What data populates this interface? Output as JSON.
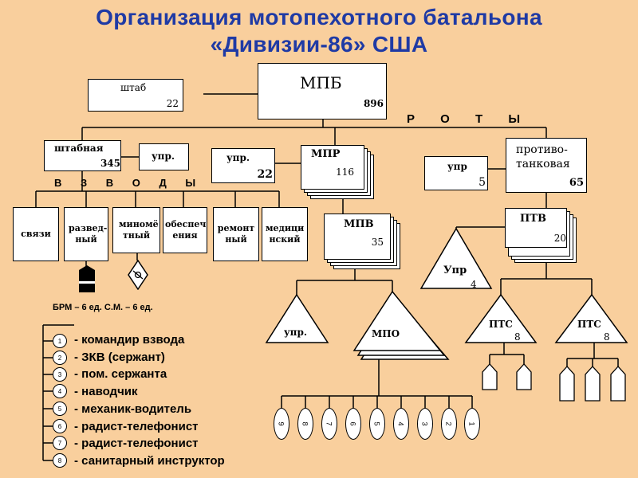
{
  "title": {
    "line1": "Организация мотопехотного батальона",
    "line2": "«Дивизии-86» США"
  },
  "hq_box": {
    "label": "штаб",
    "number": "22"
  },
  "mpb_box": {
    "label": "МПБ",
    "number": "896"
  },
  "companies_label": "Р О Т Ы",
  "platoons_label": "В З В О Д Ы",
  "hq_company": {
    "label": "штабная",
    "number": "345"
  },
  "hq_company_mgmt": {
    "label": "упр."
  },
  "company_mgmt": {
    "label": "упр.",
    "number": "22"
  },
  "mpr": {
    "label": "МПР",
    "number": "116"
  },
  "atc_mgmt": {
    "label": "упр",
    "number": "5"
  },
  "atc": {
    "label": "противо-танковая",
    "label_line1": "противо-",
    "label_line2": "танковая",
    "number": "65"
  },
  "platoons": [
    {
      "label": "связи"
    },
    {
      "label": "развед-ный"
    },
    {
      "label": "миномё тный"
    },
    {
      "label": "обеспеч ения"
    },
    {
      "label": "ремонт ный"
    },
    {
      "label": "медици нский"
    }
  ],
  "mpv": {
    "label": "МПВ",
    "number": "35"
  },
  "ptv": {
    "label": "ПТВ",
    "number": "20"
  },
  "upr_tri_small": {
    "label": "Упр",
    "number": "4"
  },
  "upr_tri": {
    "label": "упр."
  },
  "mpo_tri": {
    "label": "МПО"
  },
  "pts1": {
    "label": "ПТС",
    "number": "8"
  },
  "pts2": {
    "label": "ПТС",
    "number": "8"
  },
  "equipment_note": "БРМ – 6 ед. С.М. – 6 ед.",
  "ranks": [
    {
      "num": "1",
      "text": "- командир взвода"
    },
    {
      "num": "2",
      "text": "- ЗКВ (сержант)"
    },
    {
      "num": "3",
      "text": "- пом. сержанта"
    },
    {
      "num": "4",
      "text": "- наводчик"
    },
    {
      "num": "5",
      "text": "- механик-водитель"
    },
    {
      "num": "6",
      "text": "- радист-телефонист"
    },
    {
      "num": "7",
      "text": "- радист-телефонист"
    },
    {
      "num": "8",
      "text": "- санитарный инструктор"
    }
  ],
  "rotated_rank_nums": [
    "9",
    "8",
    "7",
    "6",
    "5",
    "4",
    "3",
    "2",
    "1"
  ],
  "icons": [
    "brm-vehicle-icon",
    "mortar-icon",
    "atgm-vehicle-icon"
  ]
}
